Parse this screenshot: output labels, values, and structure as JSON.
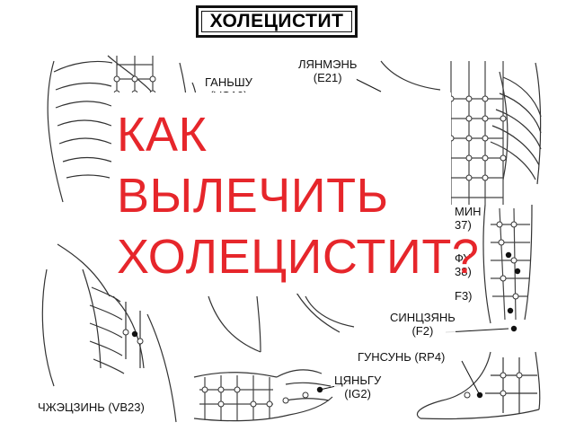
{
  "header": {
    "title": "ХОЛЕЦИСТИТ"
  },
  "labels": {
    "ganshu": {
      "name": "ГАНЬШУ",
      "code": "(VG10)"
    },
    "liangmen": {
      "name": "ЛЯНМЭНЬ",
      "code": "(E21)"
    },
    "ming": {
      "name": "МИН",
      "code": "37)"
    },
    "fu": {
      "name": "ФУ",
      "code": "38)"
    },
    "f3": {
      "name": "",
      "code": "F3)"
    },
    "xingjian": {
      "name": "СИНЦЗЯНЬ",
      "code": "(F2)"
    },
    "gongsun": {
      "name": "ГУНСУНЬ (RP4)",
      "code": ""
    },
    "zhejin": {
      "name": "ЧЖЭЦЗИНЬ (VB23)",
      "code": ""
    },
    "qiangu": {
      "name": "ЦЯНЬГУ",
      "code": "(IG2)"
    }
  },
  "overlay": {
    "line1": "КАК",
    "line2": "ВЫЛЕЧИТЬ",
    "line3": "ХОЛЕЦИСТИТ?",
    "color": "#e6262b"
  },
  "colors": {
    "line_art": "#333333",
    "background": "#ffffff"
  }
}
